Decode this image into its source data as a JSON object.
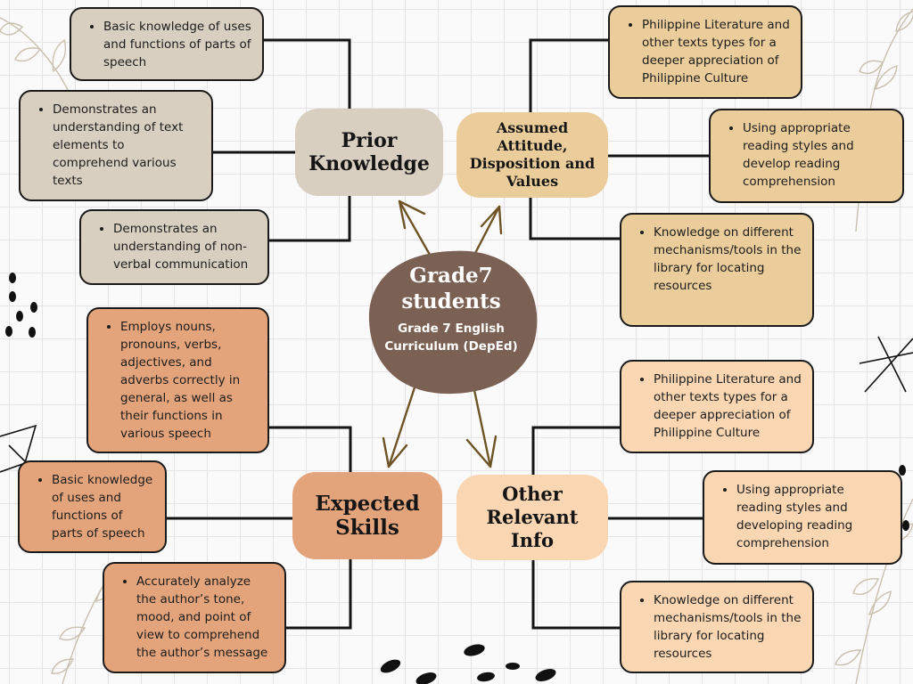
{
  "center": {
    "title": "Grade7 students",
    "subtitle": "Grade 7 English Curriculum (DepEd)"
  },
  "hubs": {
    "prior": "Prior Knowledge",
    "attitude": "Assumed Attitude, Disposition and Values",
    "skills": "Expected Skills",
    "other": "Other Relevant Info"
  },
  "notes": {
    "prior": [
      "Basic knowledge of uses and functions of parts of speech",
      "Demonstrates an understanding of text elements to comprehend various texts",
      "Demonstrates an understanding of non-verbal communication"
    ],
    "attitude": [
      "Philippine Literature and other texts types for a deeper appreciation of Philippine Culture",
      "Using appropriate reading styles and develop reading comprehension",
      "Knowledge on different mechanisms/tools in the library for locating resources"
    ],
    "skills": [
      "Employs nouns, pronouns, verbs, adjectives, and adverbs correctly in general, as well as their functions in various speech",
      "Basic knowledge of uses and functions of parts of speech",
      "Accurately analyze the author’s tone, mood, and point of view to comprehend the author’s message"
    ],
    "other": [
      "Philippine Literature and other texts types for a deeper appreciation of Philippine Culture",
      "Using appropriate reading styles and developing reading comprehension",
      "Knowledge on different mechanisms/tools in the library for locating resources"
    ]
  },
  "colors": {
    "center": "#7b6154",
    "prior": "#d8cfc1",
    "attitude": "#ebcd9b",
    "skills": "#e3a47b",
    "other": "#fbd6b3",
    "arrow": "#6e5325"
  }
}
